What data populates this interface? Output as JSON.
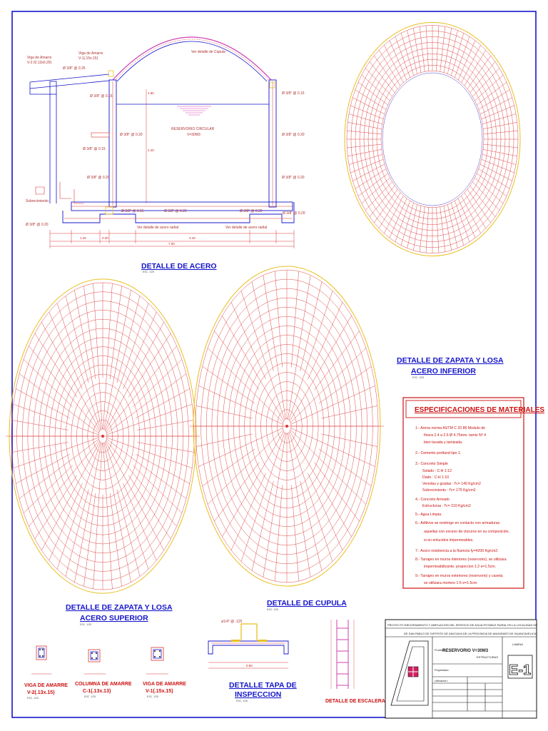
{
  "titles": {
    "acero": "DETALLE DE ACERO",
    "zapata_inf_1": "DETALLE DE ZAPATA Y LOSA",
    "zapata_inf_2": "ACERO INFERIOR",
    "zapata_sup_1": "DETALLE DE ZAPATA Y LOSA",
    "zapata_sup_2": "ACERO SUPERIOR",
    "cupula": "DETALLE DE CUPULA",
    "tapa_1": "DETALLE TAPA DE",
    "tapa_2": "INSPECCION",
    "escalera": "DETALLE DE ESCALERA",
    "viga_v2_1": "VIGA DE AMARRE",
    "viga_v2_2": "V-2(.13x.15)",
    "columna_1": "COLUMNA DE AMARRE",
    "columna_2": "C-1(.13x.13)",
    "viga_v1_1": "VIGA DE AMARRE",
    "viga_v1_2": "V-1(.15x.15)"
  },
  "scale_note": "ESC. 1/25",
  "section_labels": {
    "reservorio": "RESERVORIO CIRCULAR",
    "volumen": "V=30M3",
    "cupula_ref": "Ver detalle de Cúpula",
    "viga_v2": "Viga de Amarre",
    "viga_v2_b": "V-2 (0.13x0.20)",
    "viga_v1": "Viga de Amarre",
    "viga_v1_b": "V-1(.15x.15)",
    "sobrecimiento": "Sobrecimiento",
    "acero_radial_1": "Ver detalle de acero radial",
    "acero_radial_2": "Ver detalle de acero radial"
  },
  "rebar_labels": {
    "a": "Ø 3/8\" @ 0.25",
    "b": "Ø 3/8\" @ 0.15",
    "c": "Ø 3/8\" @ 0.20",
    "d": "Ø 3/8\" @ 0.15",
    "e": "Ø 3/8\" @ 0.20",
    "f": "Ø 3/8\" @ 0.15",
    "g": "Ø 3/8\" @ 0.20",
    "h": "Ø 3/8\" @ 0.20",
    "i": "Ø 3/8\" @ 0.20",
    "j": "Ø 3/8\" @ 0.20",
    "k": "Ø 3/8\" @ 0.15",
    "l": "Ø 3/8\" @ 0.20",
    "m": "Ø 3/8\" @ 0.20",
    "tapa": "ø1/4\" @ .125"
  },
  "dims": {
    "d1": "7.00",
    "d2": "3.40",
    "d3": "1.20",
    "d4": "0.30",
    "d5": "2.40",
    "d6": "1.80",
    "d7": "0.80"
  },
  "specs": {
    "title": "ESPECIFICACIONES DE MATERIALES",
    "lines": [
      "1.- Arena norma ASTM C 33 86 Modulo de",
      "finura 2.4 a 2.6 Ø 4.75mm. tamiz Nº 4",
      "bien lavada y tamizada.",
      "2.- Cemento portland tipo 1.",
      "3.- Concreto Simple",
      "Solado           : C:H 1:12",
      "Dado             : C:H 1:10",
      "Veredas y gradas : f'c= 140 Kg/cm2",
      "Sobrecimiento : f'c= 175 Kg/cm2",
      "4.- Concreto Armado",
      "Estructuras : f'c= 210 Kg/cm2",
      "5.- Agua Limpia.",
      "6.- Aditivos se restringe en contacto con armaduras",
      "aquellas con exceso de cloruros en su composición,",
      "si en enlucidos impermeables.",
      "7.- Acero resistencia a la fluencia fy=4200 Kg/cm2.",
      "8.- Tarrajeo en muros interiores (reservorio), se utilizara",
      "impermeabilizante, proporcion 1:2 e=1.5cm.",
      "9.- Tarrajeo en muros exteriores (reservorio) y caseta;",
      "se utilizara mortero 1:5 e=1.5cm."
    ]
  },
  "title_block": {
    "proyecto_label": "PROYECTO :",
    "proyecto_1": "\"MEJORAMIENTO Y AMPLIACION DEL SERVICIO DE AGUA POTABLE RURAL EN LA LOCALIDAD DE",
    "proyecto_2": "DE SAN PABLO DE DISTRITO DE ANCOAYA DE LA PROVINCIA DE ANGARAES DE HUANCAVELICA\"",
    "plano_label": "PLANO :",
    "plano": "RESERVORIO V=30M3",
    "especialidad": "ESTRUCTURAS",
    "propietario_label": "Propietario:",
    "ubicacion_label": "Ubicación:",
    "sheet_code": "E-1",
    "lamina": "LAMINA"
  },
  "colors": {
    "red": "#dd3333",
    "blue": "#1515cc",
    "yellow": "#e8c020",
    "magenta": "#d040b0"
  }
}
